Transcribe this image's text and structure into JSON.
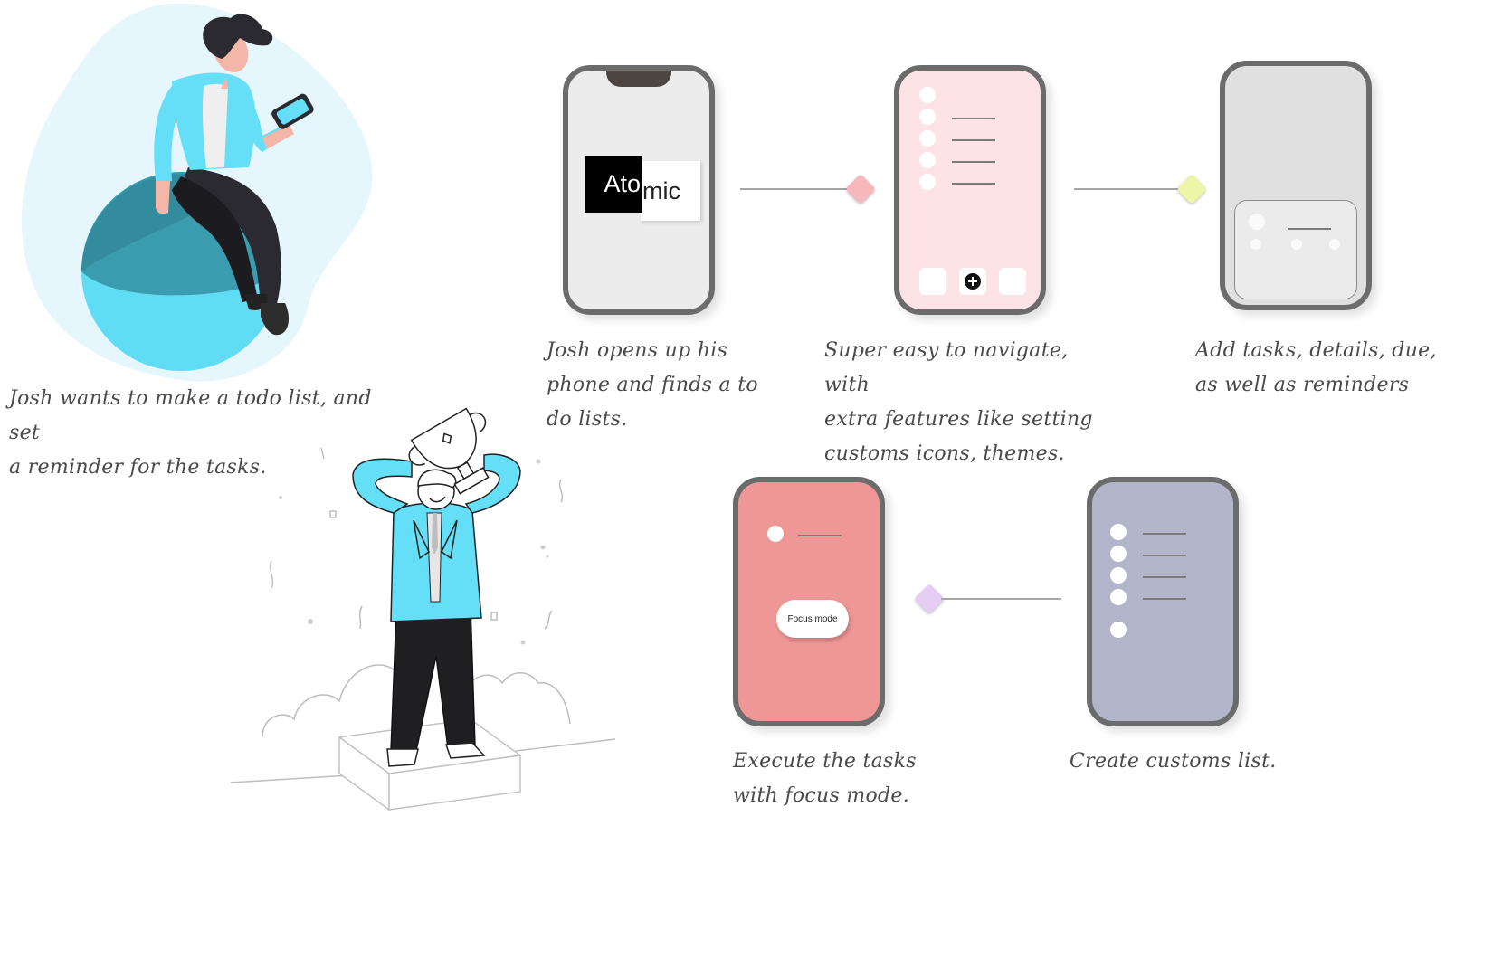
{
  "captions": {
    "intro": "Josh wants to make a todo list, and set\na reminder for the tasks.",
    "step1": "Josh opens up his\nphone and finds a to\n do lists.",
    "step2": "Super easy to navigate, with\n extra features like setting\ncustoms icons, themes.",
    "step3": "Add tasks, details, due,\nas well as reminders",
    "step4": "Execute the tasks\nwith focus mode.",
    "step5": "Create customs list."
  },
  "logo": {
    "part1": "Ato",
    "part2": "mic"
  },
  "focus_button": "Focus mode",
  "colors": {
    "phone1_bg": "#ececec",
    "phone2_bg": "#fde3e5",
    "phone3_bg": "#e0e0e0",
    "phone4_bg": "#ef9696",
    "phone5_bg": "#b3b5ca",
    "phone_border": "#6b6b6b",
    "diamond_pink": "#f7b8bc",
    "diamond_yellow": "#ecf5a8",
    "diamond_purple": "#e5cdf3",
    "illustration_accent": "#65dff8"
  },
  "icons": {
    "add": "plus-circle-icon",
    "man_with_phone": "person-illustration",
    "man_with_trophy": "trophy-illustration"
  }
}
